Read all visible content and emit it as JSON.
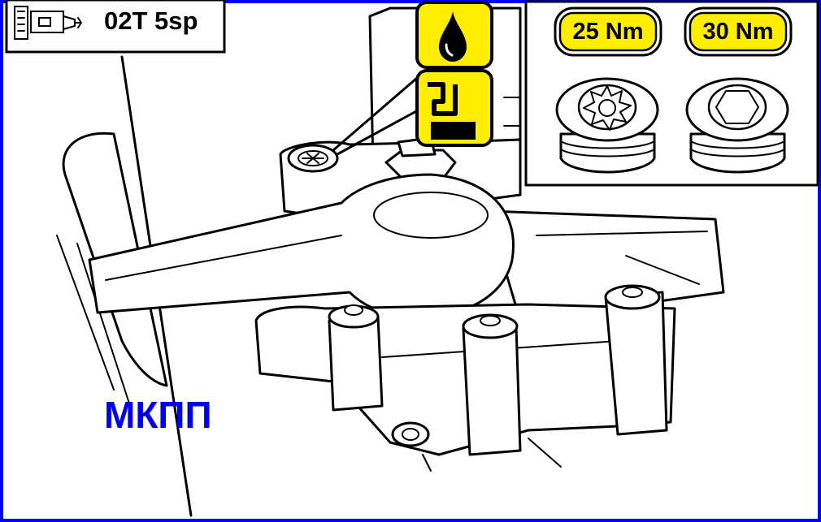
{
  "model_label": "02T 5sp",
  "transmission_label": "МКПП",
  "torque_values": [
    "25 Nm",
    "30 Nm"
  ],
  "icons": {
    "oil": "oil-drop-icon",
    "level": "oil-level-icon",
    "transmission": "transmission-icon"
  },
  "colors": {
    "frame": "#0000ff",
    "label_highlight": "#ffee00",
    "text_blue": "#0000ee",
    "line": "#000000"
  }
}
